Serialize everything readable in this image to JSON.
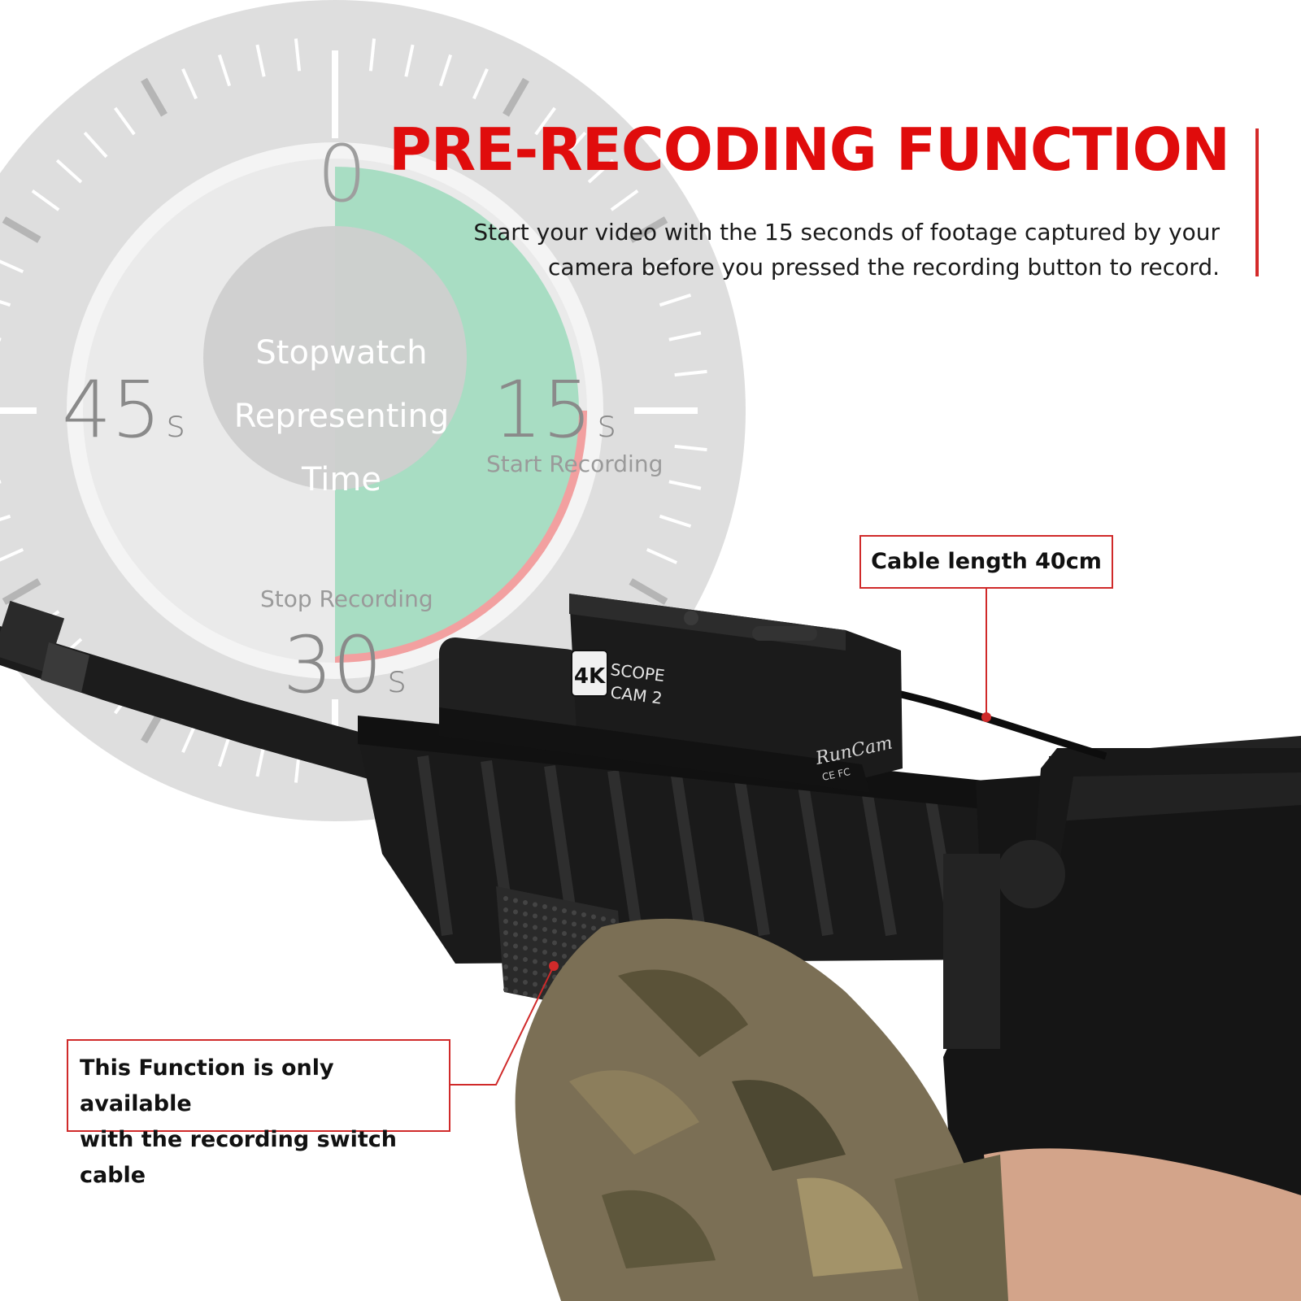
{
  "headline": "PRE-RECODING FUNCTION",
  "description": {
    "line1": "Start your video with the 15 seconds of footage captured by your",
    "line2": "camera before you pressed the recording button to record."
  },
  "stopwatch": {
    "label_line1": "Stopwatch",
    "label_line2": "Representing",
    "label_line3": "Time",
    "mark_0": "0",
    "mark_15": "15",
    "mark_30": "30",
    "mark_45": "45",
    "unit": "s",
    "start_label": "Start Recording",
    "stop_label": "Stop Recording"
  },
  "camera": {
    "badge": "4K",
    "model_line1": "SCOPE",
    "model_line2": "CAM 2",
    "brand": "RunCam",
    "cert": "CE FC"
  },
  "callouts": {
    "cable": "Cable length 40cm",
    "function_line1": "This Function is only available",
    "function_line2": "with the recording switch cable"
  },
  "colors": {
    "headline": "#e00c0c",
    "pre_record_zone": "#a8ddc3",
    "recording_zone": "#f2a0a0",
    "dial_face": "#dedede",
    "callout_border": "#d02a2a"
  }
}
